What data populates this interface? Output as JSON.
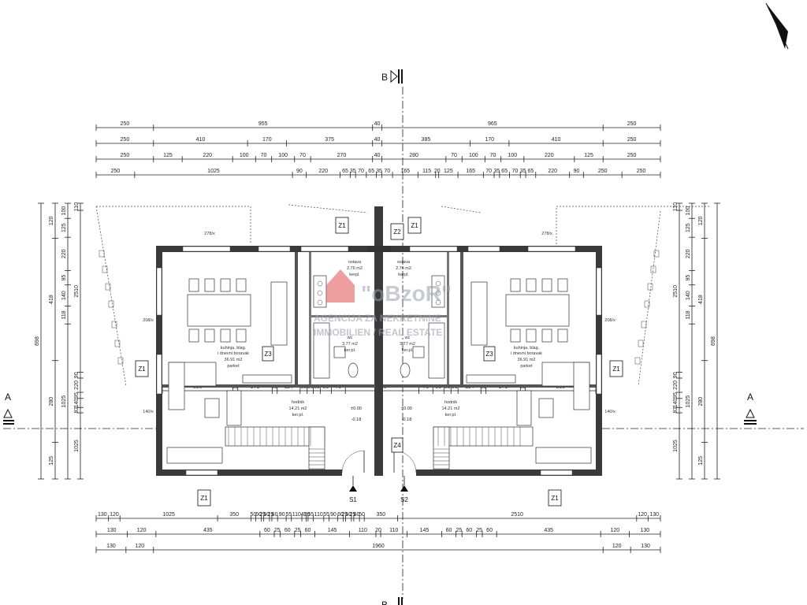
{
  "dimensions": {
    "top_row_1": [
      "250",
      "955",
      "40",
      "965",
      "250"
    ],
    "top_row_2": [
      "250",
      "410",
      "170",
      "375",
      "40",
      "385",
      "170",
      "410",
      "250"
    ],
    "top_row_3": [
      "250",
      "125",
      "220",
      "100",
      "70",
      "100",
      "70",
      "270",
      "40",
      "280",
      "70",
      "100",
      "70",
      "100",
      "220",
      "125",
      "250"
    ],
    "top_row_4": [
      "250",
      "1025",
      "90",
      "220",
      "65",
      "35",
      "70",
      "65",
      "35",
      "70",
      "165",
      "115",
      "20",
      "125",
      "165",
      "70",
      "35",
      "65",
      "70",
      "35",
      "65",
      "220",
      "90",
      "250",
      "250"
    ],
    "bottom_row_1": [
      "130",
      "120",
      "1025",
      "350",
      "50",
      "60",
      "25",
      "60",
      "25",
      "60",
      "90",
      "55",
      "110",
      "45",
      "20",
      "55",
      "110",
      "55",
      "90",
      "60",
      "25",
      "60",
      "25",
      "60",
      "50",
      "350",
      "2510",
      "120",
      "130"
    ],
    "bottom_row_2": [
      "130",
      "120",
      "435",
      "60",
      "25",
      "60",
      "25",
      "60",
      "145",
      "110",
      "20",
      "110",
      "145",
      "60",
      "25",
      "60",
      "25",
      "60",
      "435",
      "120",
      "130"
    ],
    "bottom_row_3": [
      "130",
      "120",
      "1960",
      "120",
      "130"
    ],
    "left_col_1": [
      "698"
    ],
    "left_col_2": [
      "120",
      "418",
      "280",
      "125"
    ],
    "left_col_3": [
      "100",
      "125",
      "220",
      "95",
      "140",
      "118",
      "1025"
    ],
    "left_col_4": [
      "110",
      "2510",
      "90",
      "220",
      "95",
      "140",
      "83",
      "1025"
    ],
    "right_col_1": [
      "698"
    ],
    "right_col_2": [
      "120",
      "418",
      "280",
      "125"
    ],
    "right_col_3": [
      "100",
      "125",
      "220",
      "95",
      "140",
      "118",
      "1025"
    ],
    "right_col_4": [
      "110",
      "2510",
      "90",
      "220",
      "95",
      "140",
      "83",
      "1025"
    ],
    "inner_row": [
      "350",
      "25",
      "171",
      "25",
      "114",
      "35",
      "30",
      "35",
      "55",
      "70",
      "365",
      "70",
      "55",
      "35",
      "35",
      "114",
      "25",
      "171",
      "25",
      "350"
    ]
  },
  "rooms": [
    {
      "name": "kuhinja, blag.",
      "line2": "i dnevni boravak",
      "area": "36.91 m2",
      "floor": "parket"
    },
    {
      "name": "kuhinja, blag.",
      "line2": "i dnevni boravak",
      "area": "36.91 m2",
      "floor": "parket"
    },
    {
      "name": "ostava",
      "area": "2.76 m2",
      "floor": "kerpl."
    },
    {
      "name": "ostava",
      "area": "2.76 m2",
      "floor": "kerpl."
    },
    {
      "name": "wc",
      "area": "3.77 m2",
      "floor": "ker.pl."
    },
    {
      "name": "wc",
      "area": "3.77 m2",
      "floor": "ker.pl."
    },
    {
      "name": "hodnik",
      "area": "14.21 m2",
      "floor": "ker.pl."
    },
    {
      "name": "hodnik",
      "area": "14.21 m2",
      "floor": "ker.pl."
    }
  ],
  "levels": [
    "±0.00",
    "-0.18",
    "±0.00",
    "-0.18"
  ],
  "tags": {
    "z1": "Z1",
    "z2": "Z2",
    "z3": "Z3",
    "z4": "Z4",
    "s1": "S1",
    "s2": "S2",
    "section_a": "A",
    "section_b": "B"
  },
  "window_labels": [
    "208/x",
    "278/x",
    "140/x",
    "208/x",
    "278/x",
    "140/x"
  ],
  "watermark": {
    "brand": "\"oBzoR\"",
    "line1": "AGENCIJA ZA NEKRETNINE",
    "line2": "IMMOBILIEN / REAL ESTATE"
  }
}
